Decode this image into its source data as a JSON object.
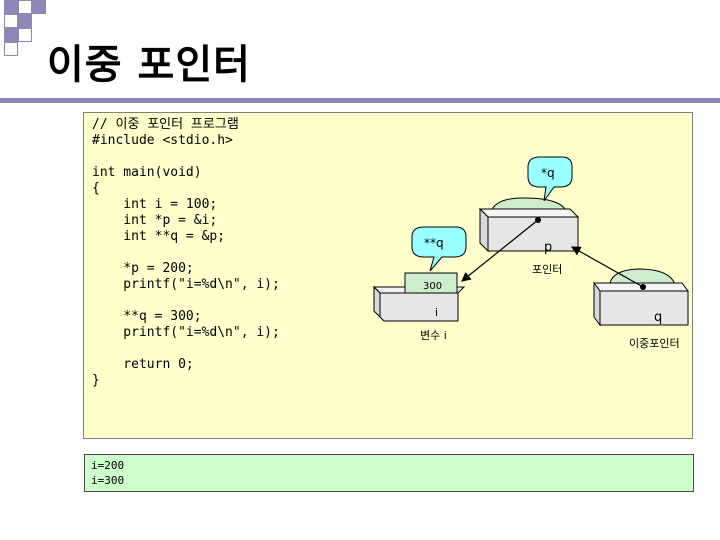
{
  "slide": {
    "title": "이중 포인터"
  },
  "code": {
    "lines": [
      "// 이중 포인터 프로그램",
      "#include <stdio.h>",
      "",
      "int main(void)",
      "{",
      "    int i = 100;",
      "    int *p = &i;",
      "    int **q = &p;",
      "",
      "    *p = 200;",
      "    printf(\"i=%d\\n\", i);",
      "",
      "    **q = 300;",
      "    printf(\"i=%d\\n\", i);",
      "",
      "    return 0;",
      "}"
    ]
  },
  "output": {
    "lines": [
      "i=200",
      "i=300"
    ]
  },
  "diagram": {
    "callout_star_q": "*q",
    "callout_double_star_q": "**q",
    "box_p_name": "p",
    "box_p_caption": "포인터",
    "box_i_value": "300",
    "box_i_name": "i",
    "box_i_caption": "변수 i",
    "box_q_name": "q",
    "box_q_caption": "이중포인터",
    "colors": {
      "callout_fill": "#99ffff",
      "dome_fill": "#cceecc",
      "box_front": "#e6e6e6",
      "box_top": "#f4f4f4",
      "title_rule": "#8e86b6",
      "deco_square": "#8e86b6"
    }
  }
}
